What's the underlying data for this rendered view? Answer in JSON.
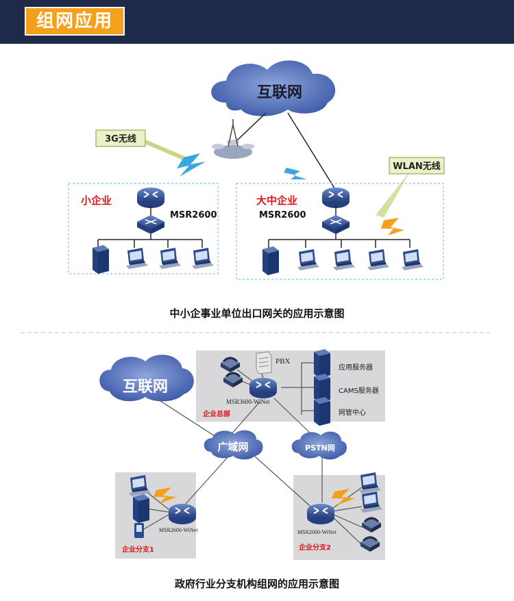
{
  "header": {
    "title": "组网应用"
  },
  "diagram1": {
    "internet_label": "互联网",
    "wireless_3g_label": "3G无线",
    "wlan_label": "WLAN无线",
    "small_enterprise_label": "小企业",
    "midlarge_enterprise_label": "大中企业",
    "router_model_small": "MSR2600",
    "router_model_large": "MSR2600",
    "caption": "中小企事业单位出口网关的应用示意图"
  },
  "diagram2": {
    "internet_label": "互联网",
    "wan_label": "广域网",
    "pstn_label": "PSTN网",
    "pbx_label": "PBX",
    "app_server_label": "应用服务器",
    "cams_server_label": "CAMS服务器",
    "nms_label": "网管中心",
    "hq_router_label": "MSR3600-WiNet",
    "hq_label": "企业总部",
    "branch1_router_label": "MSR2600-WiNet",
    "branch1_label": "企业分支1",
    "branch2_router_label": "MSR2600-WiNet",
    "branch2_label": "企业分支2",
    "caption": "政府行业分支机构组网的应用示意图"
  },
  "colors": {
    "header_bg": "#1f2a4a",
    "badge_bg": "#f5a01a",
    "cloud": "#4a68b3",
    "router": "#3a5a9e",
    "red_label": "#e0161b",
    "lightning_blue": "#3aa6e0",
    "lightning_orange": "#f5a01a"
  }
}
